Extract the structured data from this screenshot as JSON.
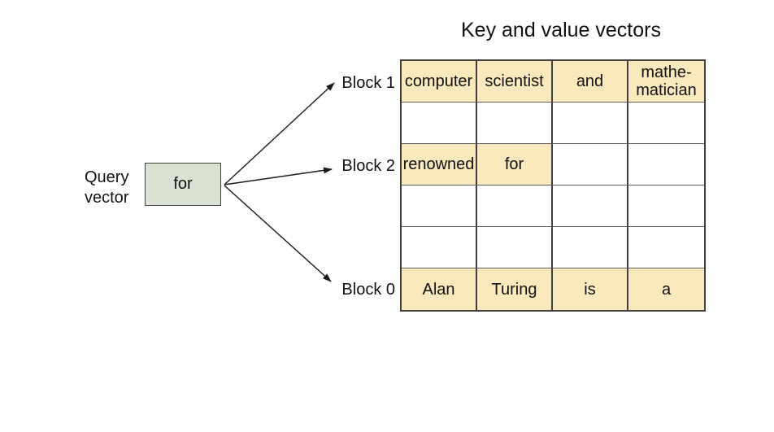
{
  "title": "Key and value vectors",
  "query_vector": {
    "label": "Query\nvector",
    "value": "for"
  },
  "block_labels": [
    "Block 1",
    "Block 2",
    "Block 0"
  ],
  "table": {
    "rows": [
      {
        "cells": [
          {
            "text": "computer",
            "highlight": true
          },
          {
            "text": "scientist",
            "highlight": true
          },
          {
            "text": "and",
            "highlight": true
          },
          {
            "text": "mathe-\nmatician",
            "highlight": true
          }
        ]
      },
      {
        "cells": [
          {
            "text": "",
            "highlight": false
          },
          {
            "text": "",
            "highlight": false
          },
          {
            "text": "",
            "highlight": false
          },
          {
            "text": "",
            "highlight": false
          }
        ]
      },
      {
        "cells": [
          {
            "text": "renowned",
            "highlight": true
          },
          {
            "text": "for",
            "highlight": true
          },
          {
            "text": "",
            "highlight": false
          },
          {
            "text": "",
            "highlight": false
          }
        ]
      },
      {
        "cells": [
          {
            "text": "",
            "highlight": false
          },
          {
            "text": "",
            "highlight": false
          },
          {
            "text": "",
            "highlight": false
          },
          {
            "text": "",
            "highlight": false
          }
        ]
      },
      {
        "cells": [
          {
            "text": "",
            "highlight": false
          },
          {
            "text": "",
            "highlight": false
          },
          {
            "text": "",
            "highlight": false
          },
          {
            "text": "",
            "highlight": false
          }
        ]
      },
      {
        "cells": [
          {
            "text": "Alan",
            "highlight": true
          },
          {
            "text": "Turing",
            "highlight": true
          },
          {
            "text": "is",
            "highlight": true
          },
          {
            "text": "a",
            "highlight": true
          }
        ]
      }
    ]
  },
  "colors": {
    "highlight": "#f9e9bc",
    "query_box": "#dae3d1",
    "table_border": "#3f3f3f",
    "grid_line": "#5f5f5f",
    "arrow": "#1a1a1a",
    "text": "#111111"
  }
}
